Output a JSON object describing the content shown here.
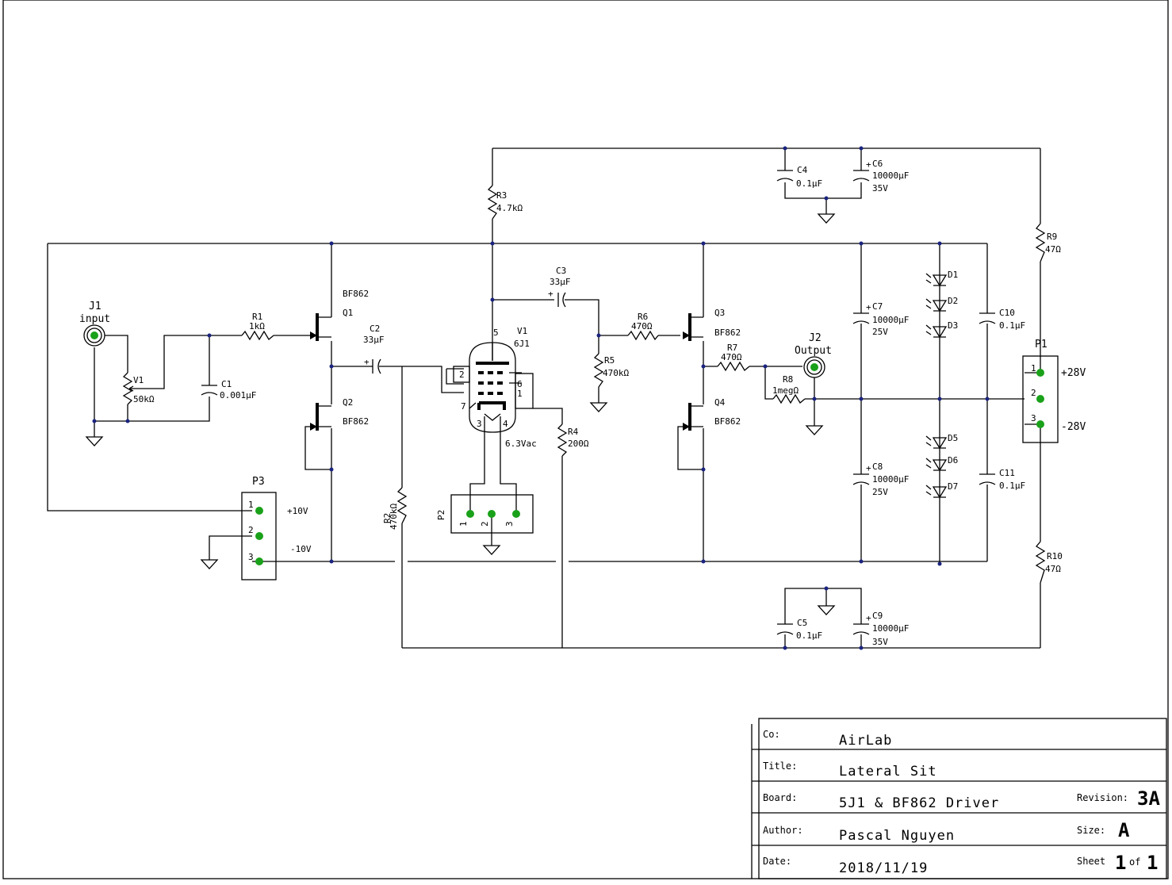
{
  "components": {
    "J1": {
      "ref": "J1",
      "name": "input"
    },
    "J2": {
      "ref": "J2",
      "name": "Output"
    },
    "V1pot": {
      "ref": "V1",
      "value": "50kΩ"
    },
    "R1": {
      "ref": "R1",
      "value": "1kΩ"
    },
    "C1": {
      "ref": "C1",
      "value": "0.001µF"
    },
    "Q1": {
      "ref": "Q1",
      "part": "BF862"
    },
    "Q2": {
      "ref": "Q2",
      "part": "BF862"
    },
    "Q3": {
      "ref": "Q3",
      "part": "BF862"
    },
    "Q4": {
      "ref": "Q4",
      "part": "BF862"
    },
    "C2": {
      "ref": "C2",
      "value": "33µF"
    },
    "C3": {
      "ref": "C3",
      "value": "33µF"
    },
    "R2": {
      "ref": "R2",
      "value": "470kΩ"
    },
    "R3": {
      "ref": "R3",
      "value": "4.7kΩ"
    },
    "R4": {
      "ref": "R4",
      "value": "200Ω"
    },
    "R5": {
      "ref": "R5",
      "value": "470kΩ"
    },
    "R6": {
      "ref": "R6",
      "value": "470Ω"
    },
    "R7": {
      "ref": "R7",
      "value": "470Ω"
    },
    "R8": {
      "ref": "R8",
      "value": "1megΩ"
    },
    "R9": {
      "ref": "R9",
      "value": "47Ω"
    },
    "R10": {
      "ref": "R10",
      "value": "47Ω"
    },
    "C4": {
      "ref": "C4",
      "value": "0.1µF"
    },
    "C5": {
      "ref": "C5",
      "value": "0.1µF"
    },
    "C6": {
      "ref": "C6",
      "value": "10000µF",
      "rating": "35V"
    },
    "C7": {
      "ref": "C7",
      "value": "10000µF",
      "rating": "25V"
    },
    "C8": {
      "ref": "C8",
      "value": "10000µF",
      "rating": "25V"
    },
    "C9": {
      "ref": "C9",
      "value": "10000µF",
      "rating": "35V"
    },
    "C10": {
      "ref": "C10",
      "value": "0.1µF"
    },
    "C11": {
      "ref": "C11",
      "value": "0.1µF"
    },
    "Vtube": {
      "ref": "V1",
      "part": "6J1",
      "heater": "6.3Vac"
    },
    "P1": {
      "ref": "P1",
      "labels": [
        "+28V",
        "-28V"
      ]
    },
    "P2": {
      "ref": "P2"
    },
    "P3": {
      "ref": "P3",
      "labels": [
        "+10V",
        "-10V"
      ]
    }
  },
  "diodes": [
    "D1",
    "D2",
    "D3",
    "D5",
    "D6",
    "D7"
  ],
  "tube_pins": {
    "p5": "5",
    "p2": "2",
    "p6": "6",
    "p1": "1",
    "p7": "7",
    "p3": "3",
    "p4": "4"
  },
  "pin_numbers": {
    "one": "1",
    "two": "2",
    "three": "3"
  },
  "title_block": {
    "co_key": "Co:",
    "co": "AirLab",
    "title_key": "Title:",
    "title": "Lateral Sit",
    "board_key": "Board:",
    "board": "5J1 & BF862 Driver",
    "revision_key": "Revision:",
    "revision": "3A",
    "author_key": "Author:",
    "author": "Pascal Nguyen",
    "size_key": "Size:",
    "size": "A",
    "date_key": "Date:",
    "date": "2018/11/19",
    "sheet_key": "Sheet",
    "sheet_num": "1",
    "of_key": "of",
    "sheet_total": "1"
  }
}
